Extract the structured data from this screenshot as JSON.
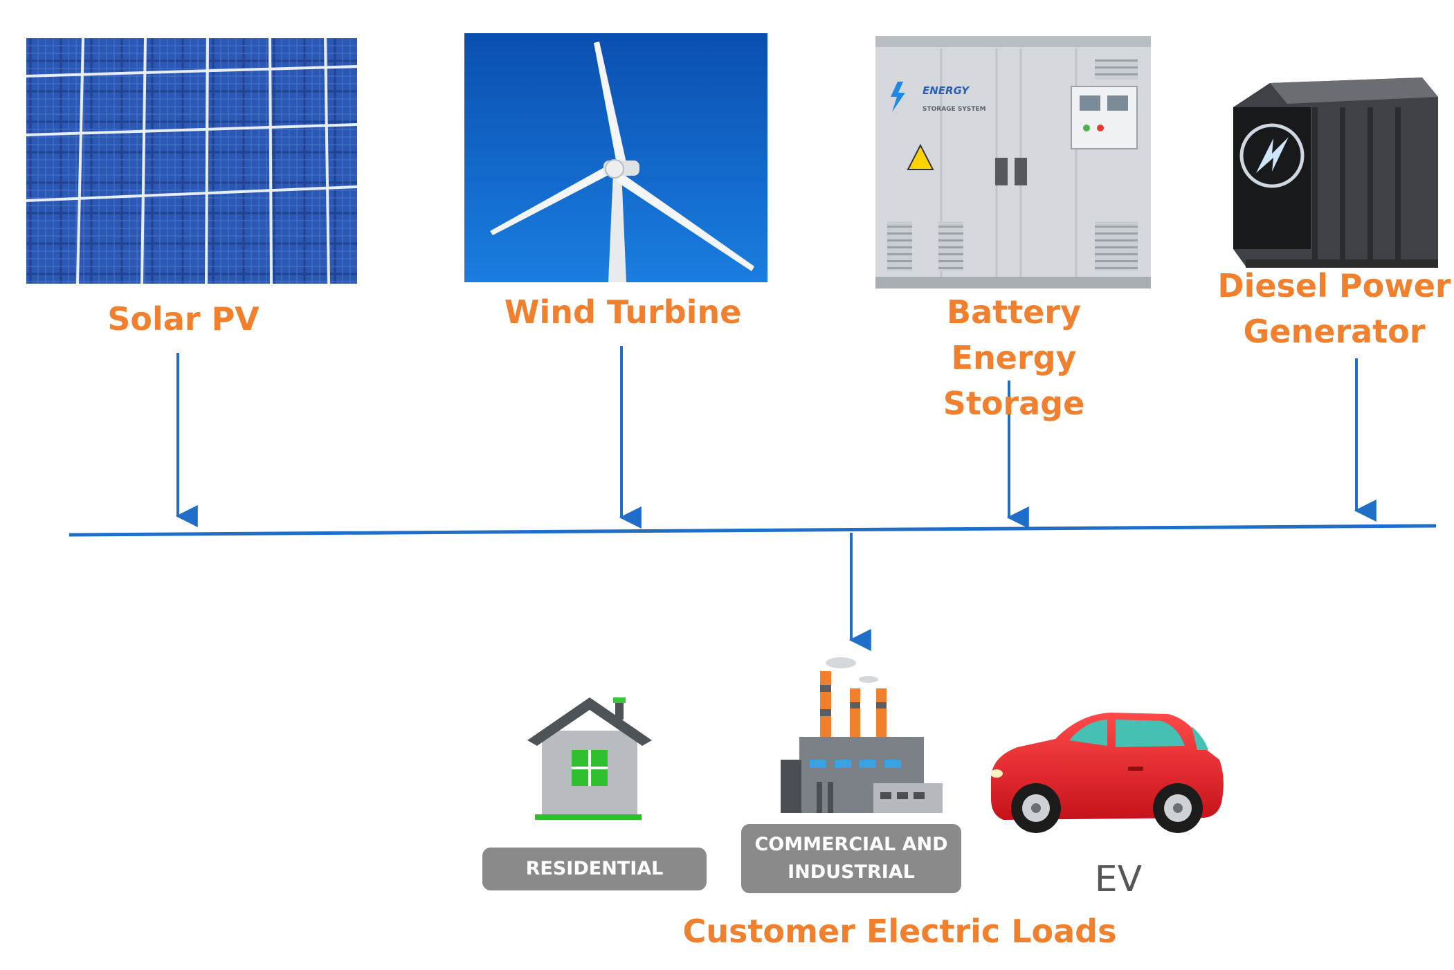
{
  "sources": {
    "solar_label": "Solar PV",
    "wind_label": "Wind Turbine",
    "battery_label": "Battery Energy Storage",
    "battery_device_text": "ENERGY",
    "battery_device_subtext": "STORAGE SYSTEM",
    "diesel_label": "Diesel Power Generator"
  },
  "loads": {
    "residential_label": "RESIDENTIAL",
    "commercial_label": "COMMERCIAL AND INDUSTRIAL",
    "ev_label": "EV",
    "group_label": "Customer Electric Loads"
  },
  "colors": {
    "label": "#f0802e",
    "bus_line": "#1f6fc9",
    "badge": "#8a8a8a"
  }
}
